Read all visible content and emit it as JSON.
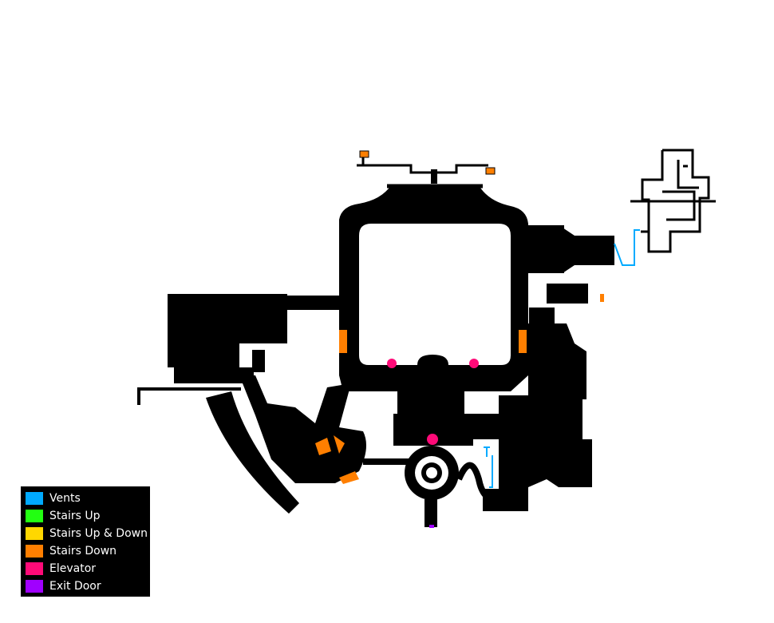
{
  "legend": {
    "items": [
      {
        "label": "Vents",
        "color": "#00AAFF"
      },
      {
        "label": "Stairs Up",
        "color": "#22FF11"
      },
      {
        "label": "Stairs Up & Down",
        "color": "#FFD700"
      },
      {
        "label": "Stairs Down",
        "color": "#FF7F00"
      },
      {
        "label": "Elevator",
        "color": "#FF0A78"
      },
      {
        "label": "Exit Door",
        "color": "#A000FF"
      }
    ]
  }
}
